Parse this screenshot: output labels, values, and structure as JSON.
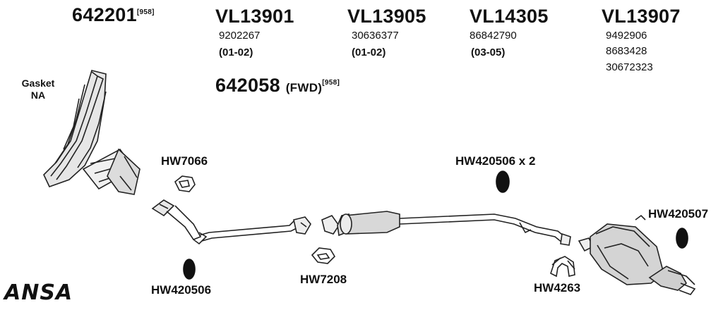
{
  "headers": [
    {
      "code": "642201",
      "sup": "[958]"
    },
    {
      "code": "VL13901",
      "lines": [
        "9202267",
        "(01-02)"
      ]
    },
    {
      "code": "VL13905",
      "lines": [
        "30636377",
        "(01-02)"
      ]
    },
    {
      "code": "VL14305",
      "lines": [
        "86842790",
        "(03-05)"
      ]
    },
    {
      "code": "VL13907",
      "lines": [
        "9492906",
        "8683428",
        "30672323"
      ]
    }
  ],
  "sub_header": {
    "code": "642058",
    "note": "(FWD)",
    "sup": "[958]"
  },
  "manifold_note": {
    "line1": "Gasket",
    "line2": "NA"
  },
  "parts": {
    "hw7066": "HW7066",
    "hw420506_x2": "HW420506 x 2",
    "hw420507": "HW420507",
    "hw420506": "HW420506",
    "hw7208": "HW7208",
    "hw4263": "HW4263"
  },
  "brand": "ANSA"
}
